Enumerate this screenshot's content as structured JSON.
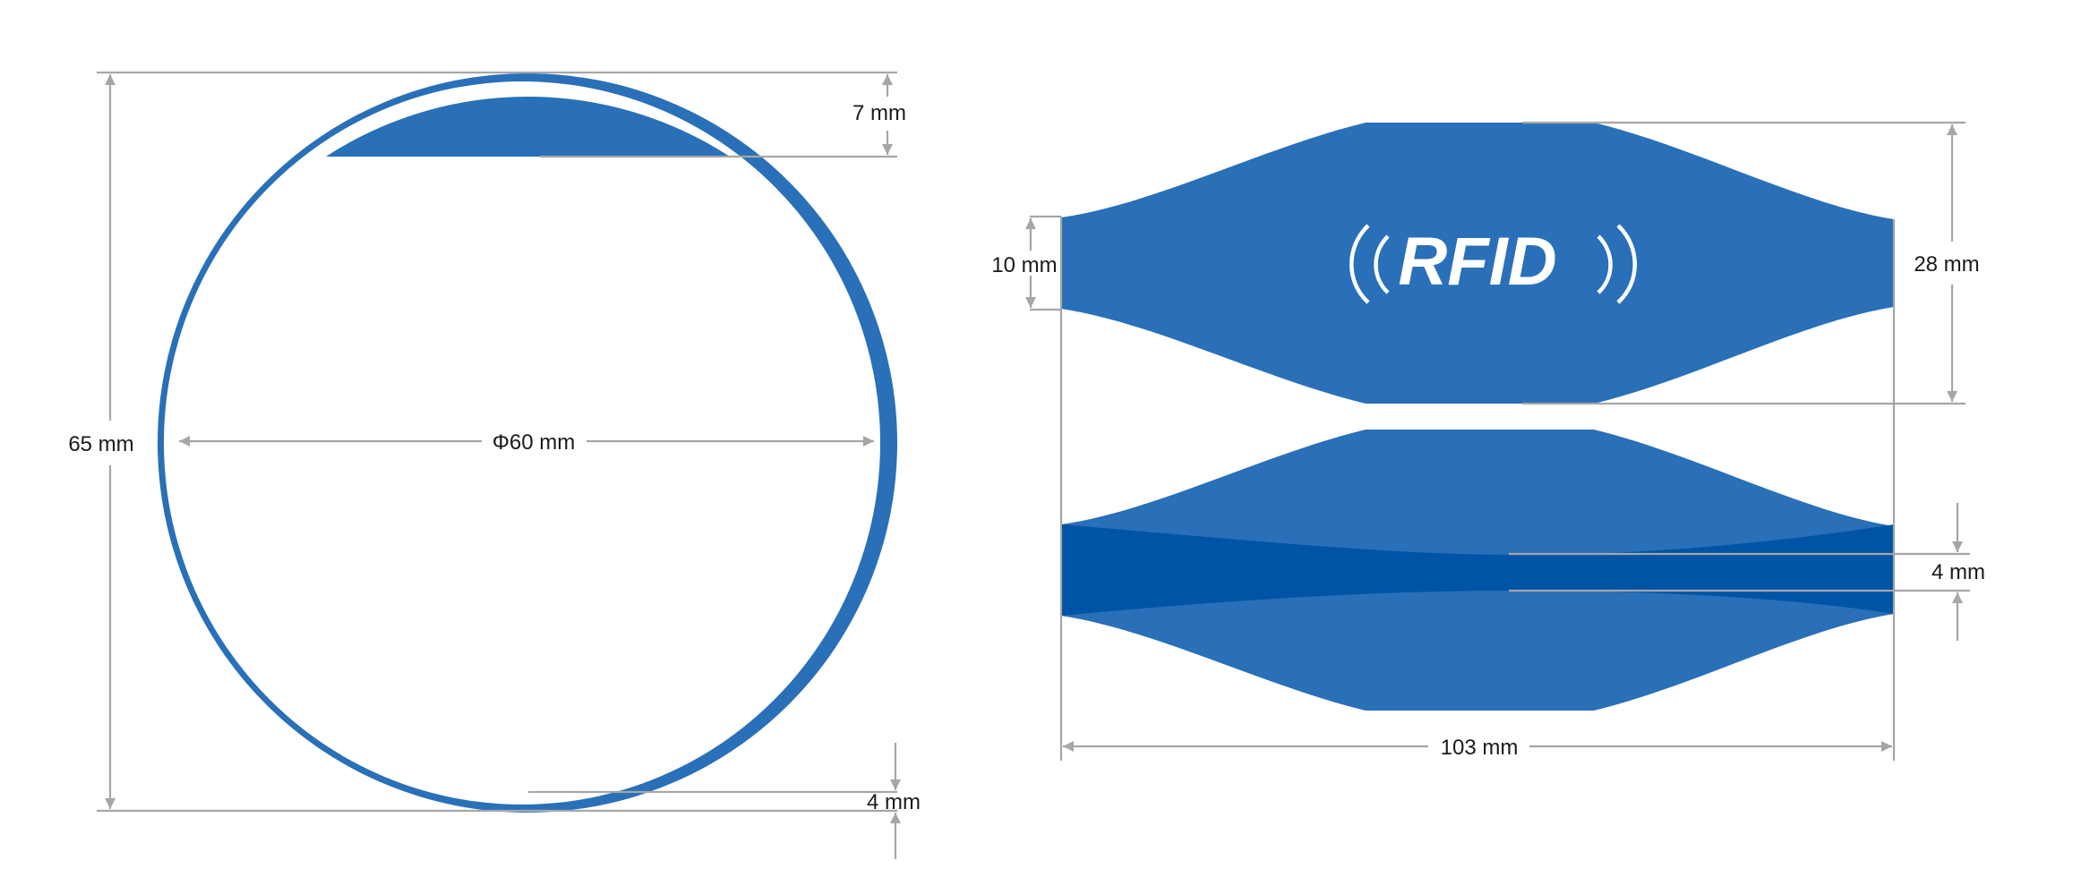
{
  "colors": {
    "band": "#2970b8",
    "band_dark": "#0054a6",
    "dimension_line": "#a6a6a6",
    "label": "#1a1a1a",
    "logo": "#ffffff"
  },
  "front_view": {
    "height_label": "65 mm",
    "diameter_label": "Φ60 mm",
    "top_flat_label": "7 mm",
    "wall_label": "4 mm"
  },
  "top_view": {
    "logo_text": "RFID",
    "end_width_label": "10 mm",
    "max_width_label": "28 mm"
  },
  "side_view": {
    "thickness_label": "4 mm",
    "length_label": "103 mm"
  }
}
